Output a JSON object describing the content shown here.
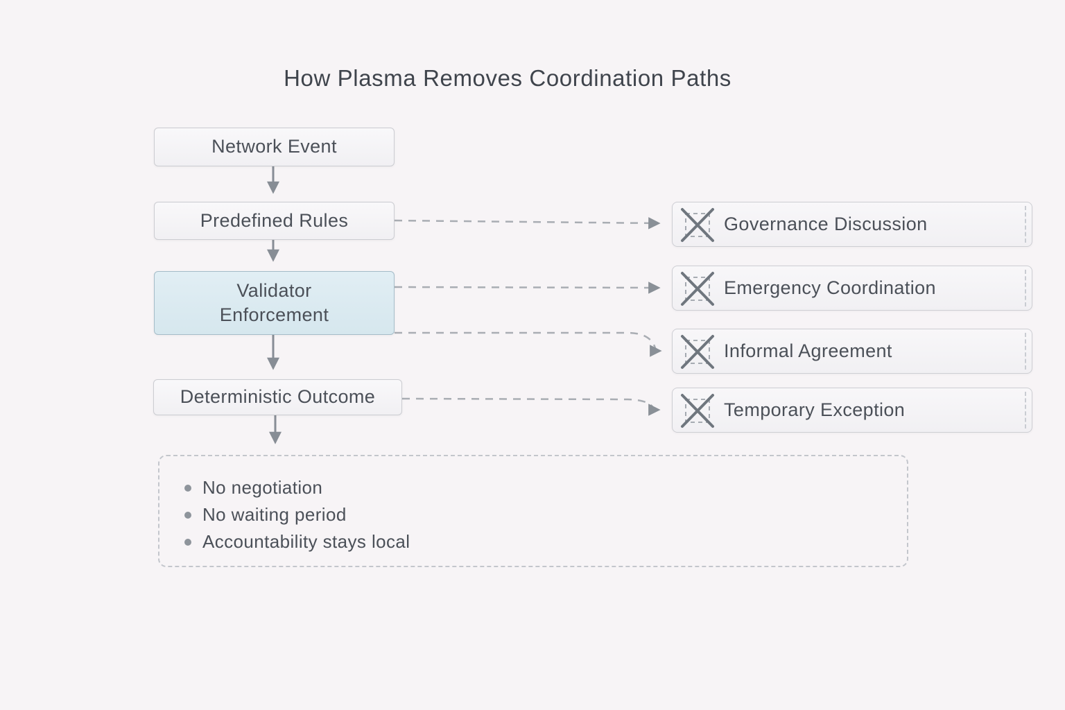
{
  "title": "How Plasma Removes Coordination Paths",
  "flow": {
    "nodes": [
      {
        "id": "network-event",
        "label": "Network Event",
        "highlighted": false
      },
      {
        "id": "predefined-rules",
        "label": "Predefined Rules",
        "highlighted": false
      },
      {
        "id": "validator-enforcement",
        "label": "Validator Enforcement",
        "highlighted": true
      },
      {
        "id": "deterministic-outcome",
        "label": "Deterministic Outcome",
        "highlighted": false
      }
    ]
  },
  "removed_paths": [
    {
      "label": "Governance Discussion",
      "icon": "crossed-out-icon"
    },
    {
      "label": "Emergency Coordination",
      "icon": "crossed-out-icon"
    },
    {
      "label": "Informal Agreement",
      "icon": "crossed-out-icon"
    },
    {
      "label": "Temporary Exception",
      "icon": "crossed-out-icon"
    }
  ],
  "outcomes": {
    "items": [
      "No negotiation",
      "No waiting period",
      "Accountability stays local"
    ]
  },
  "colors": {
    "background": "#f7f4f6",
    "node_fill": "#f4f3f6",
    "node_border": "#cbccd1",
    "highlight_fill": "#dce9f0",
    "highlight_border": "#a4bcc8",
    "text": "#4b5058",
    "title_text": "#3f444c",
    "solid_arrow": "#878d95",
    "dashed_connector": "#a9adb3",
    "x_icon_stroke": "#6f767e",
    "dashed_square": "#9ca1a8",
    "outcome_border": "#c3c6cc",
    "bullet_dot": "#8e949b"
  }
}
